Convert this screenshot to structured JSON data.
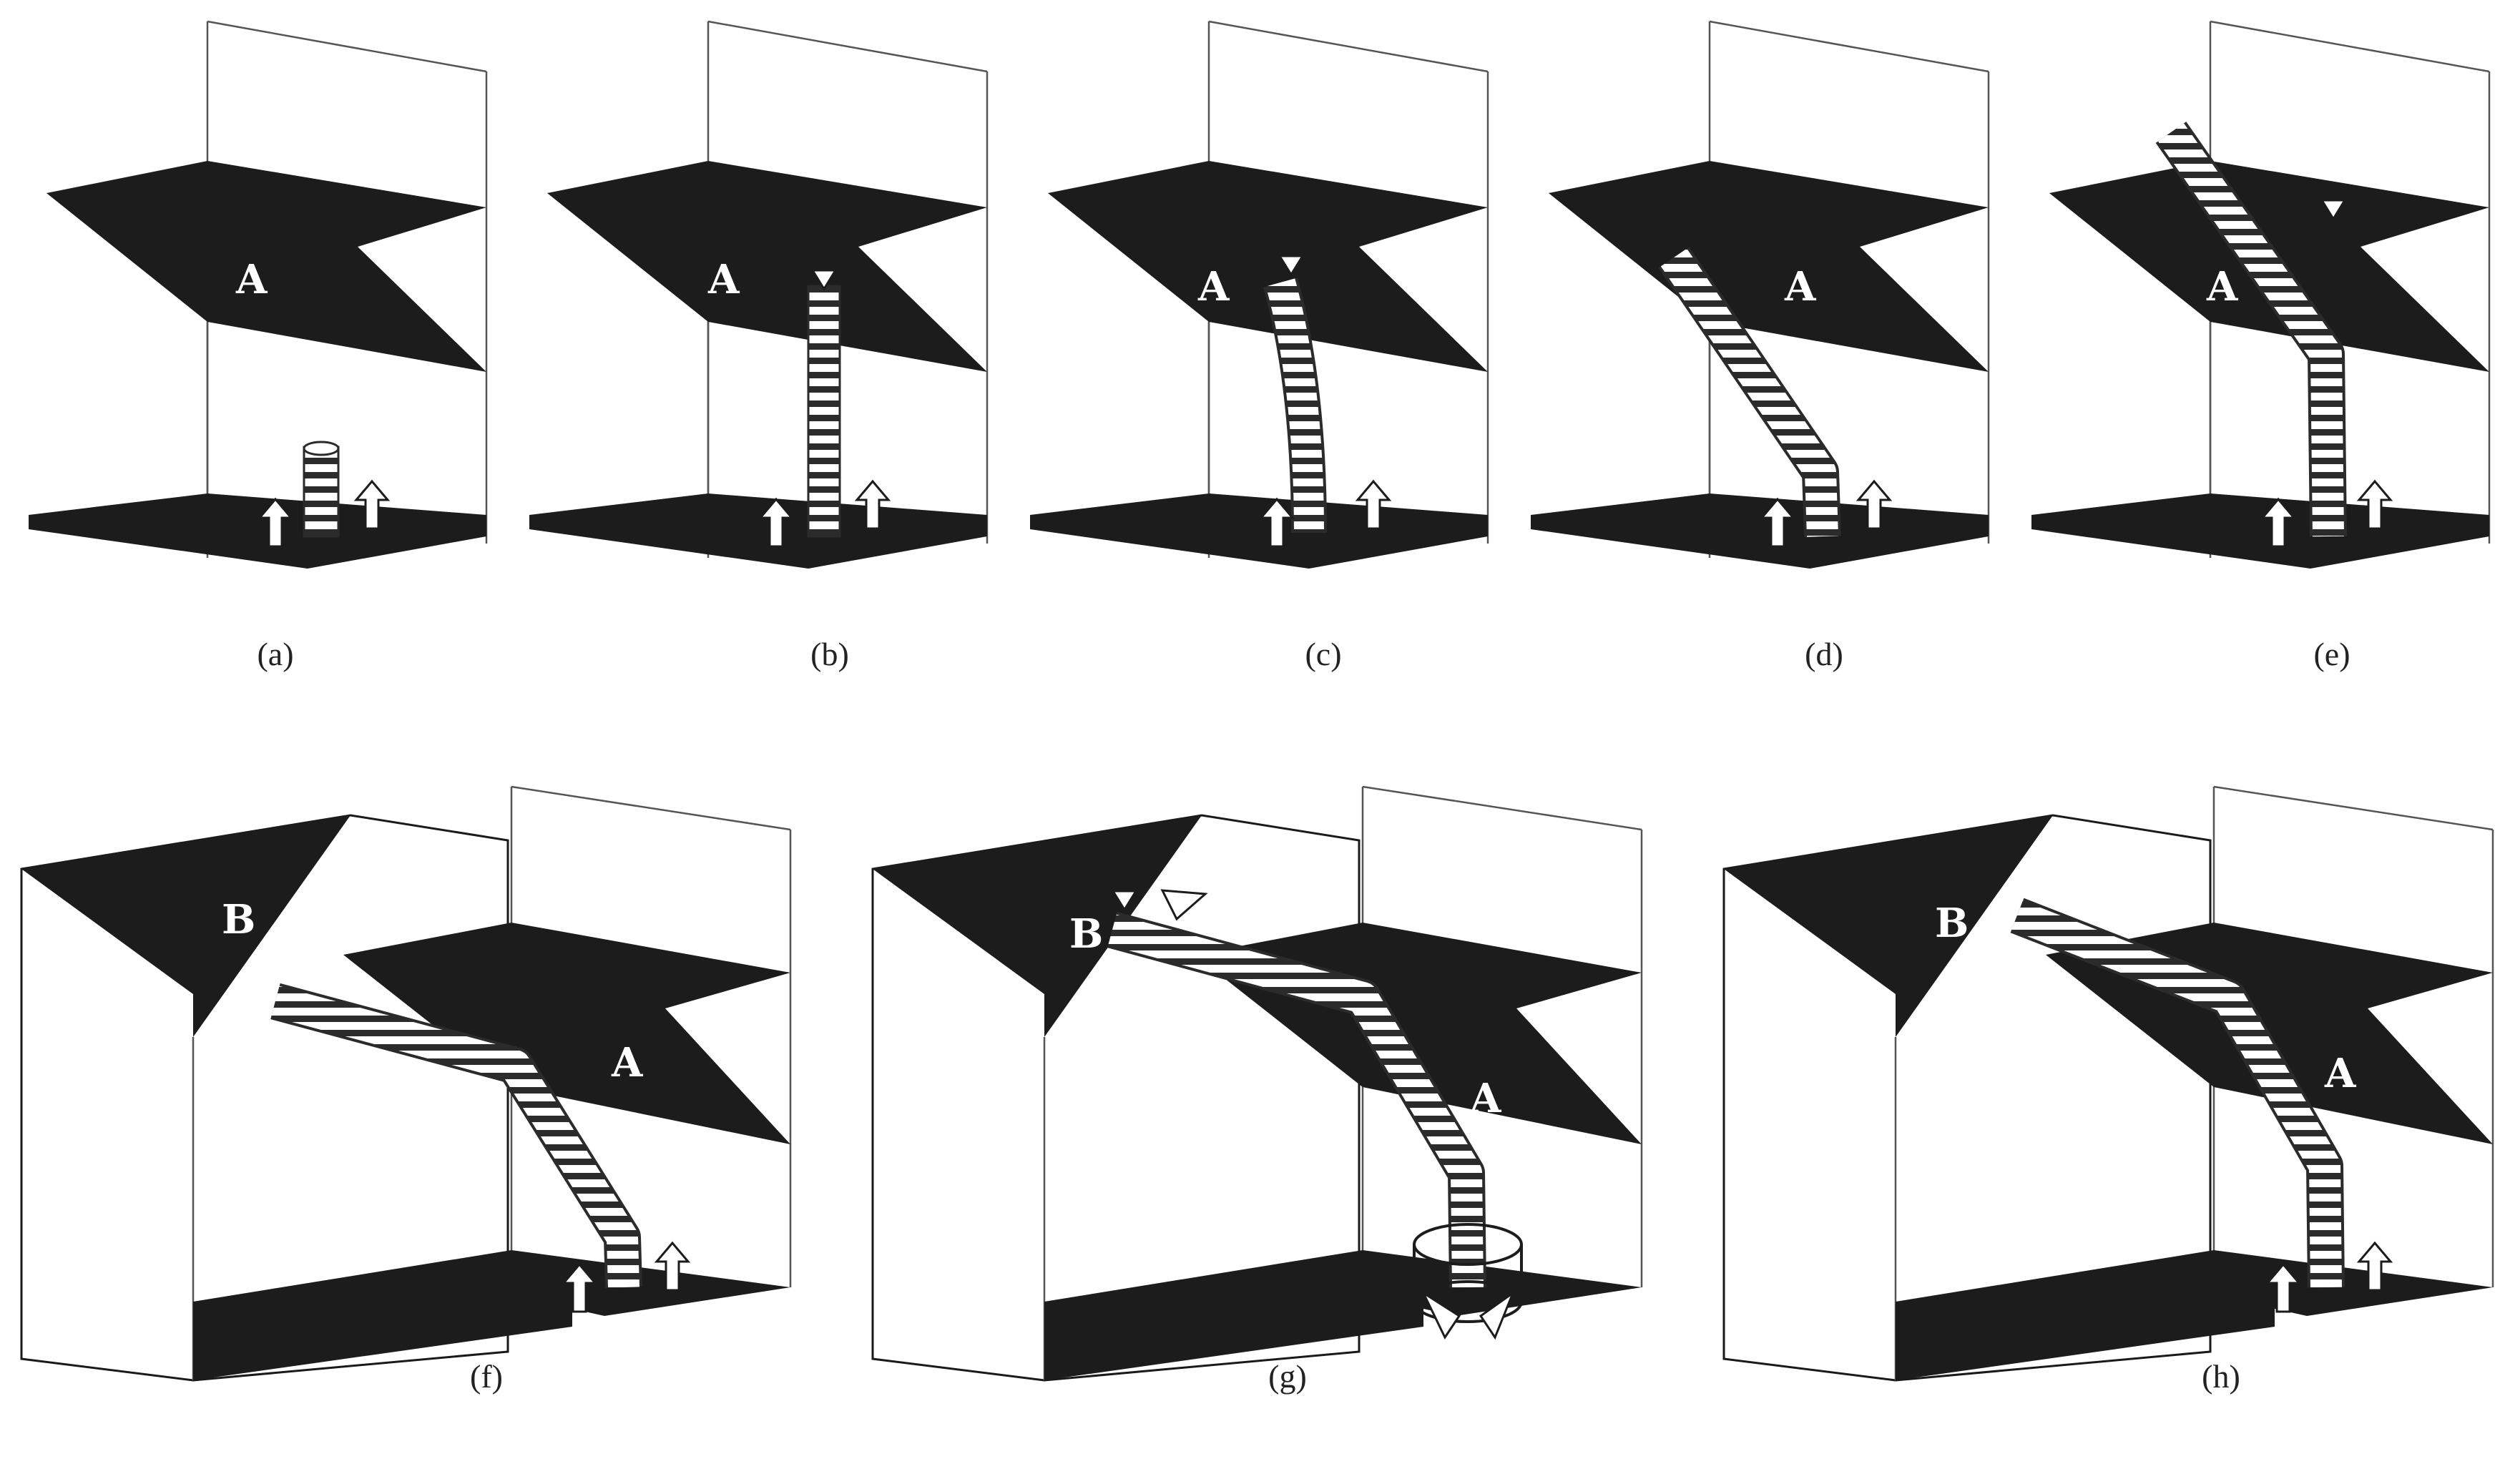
{
  "figure": {
    "panels": [
      {
        "id": "a",
        "caption": "(a)",
        "labels": [
          "A"
        ]
      },
      {
        "id": "b",
        "caption": "(b)",
        "labels": [
          "A"
        ]
      },
      {
        "id": "c",
        "caption": "(c)",
        "labels": [
          "A"
        ]
      },
      {
        "id": "d",
        "caption": "(d)",
        "labels": [
          "A"
        ]
      },
      {
        "id": "e",
        "caption": "(e)",
        "labels": [
          "A"
        ]
      },
      {
        "id": "f",
        "caption": "(f)",
        "labels": [
          "B",
          "A"
        ]
      },
      {
        "id": "g",
        "caption": "(g)",
        "labels": [
          "B",
          "A"
        ]
      },
      {
        "id": "h",
        "caption": "(h)",
        "labels": [
          "B",
          "A"
        ]
      }
    ],
    "colors": {
      "plane": "#1c1c1c",
      "background": "#ffffff",
      "coil_stroke": "#2b2b2b",
      "caption_text": "#222222"
    }
  }
}
